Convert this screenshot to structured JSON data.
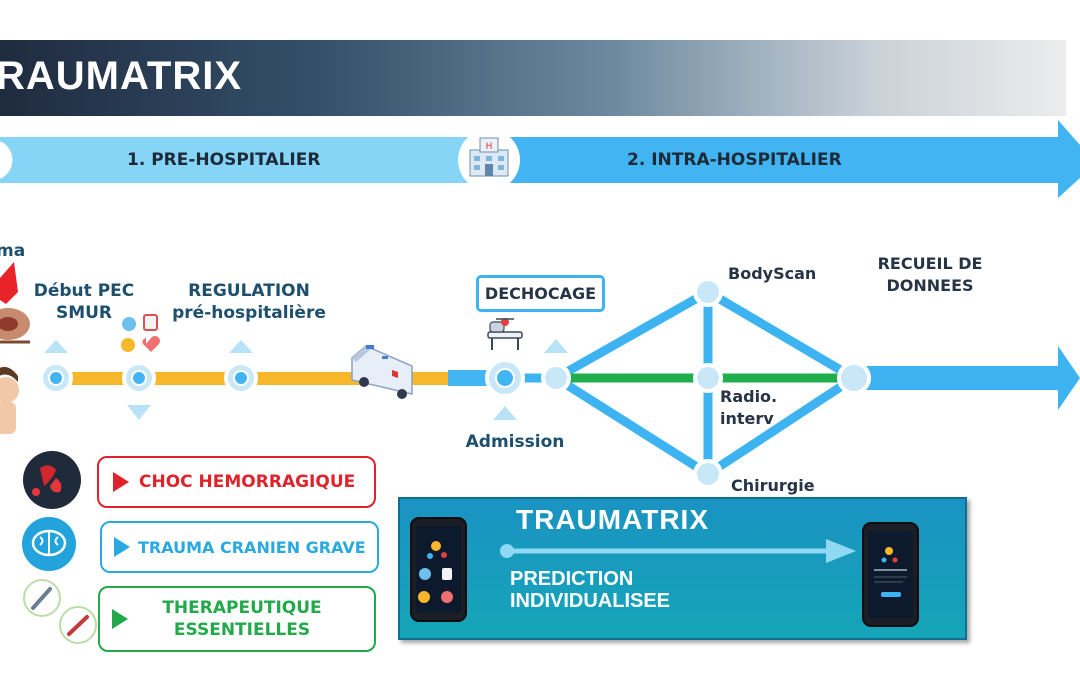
{
  "header": {
    "title": "RAUMATRIX"
  },
  "phases": {
    "pre": "1. PRE-HOSPITALIER",
    "intra": "2. INTRA-HOSPITALIER"
  },
  "timeline": {
    "trauma_label": "ma",
    "debut_pec": "Début PEC",
    "smur": "SMUR",
    "regulation_1": "REGULATION",
    "regulation_2": "pré-hospitalière",
    "dechocage": "DECHOCAGE",
    "admission": "Admission",
    "bodyscan": "BodyScan",
    "radio_1": "Radio.",
    "radio_2": "interv",
    "chirurgie": "Chirurgie",
    "recueil_1": "RECUEIL DE",
    "recueil_2": "DONNEES"
  },
  "categories": [
    {
      "label": "CHOC HEMORRAGIQUE",
      "color": "#e0222a"
    },
    {
      "label": "TRAUMA CRANIEN GRAVE",
      "color": "#2aa8e0"
    },
    {
      "label": "THERAPEUTIQUE",
      "label2": "ESSENTIELLES",
      "color": "#21a94a"
    }
  ],
  "prediction": {
    "brand": "TRAUMATRIX",
    "line1": "PREDICTION",
    "line2": "INDIVIDUALISEE"
  },
  "colors": {
    "timeline_yellow": "#f6b72a",
    "timeline_green": "#1fae4b",
    "arrow_blue": "#3cb3f0",
    "node_fill": "#c9e8f7",
    "panel_blue": "#1a93c2"
  }
}
